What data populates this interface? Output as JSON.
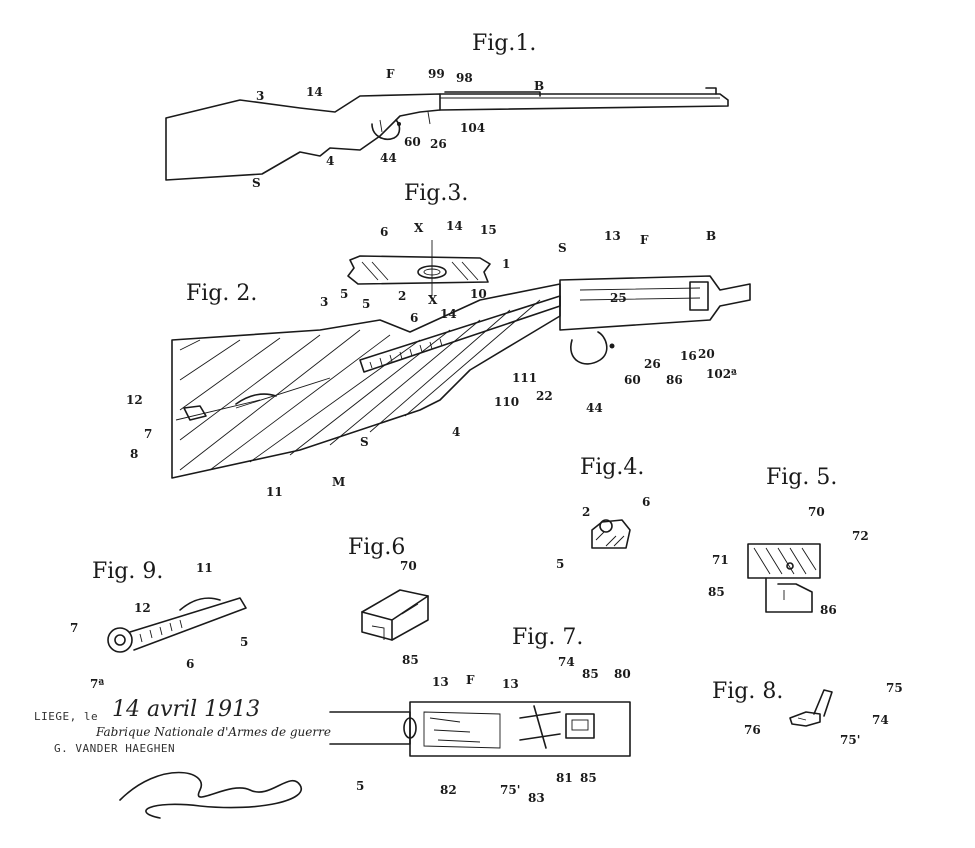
{
  "figures": {
    "fig1": {
      "title": "Fig.1.",
      "refs": {
        "r3": "3",
        "r14": "14",
        "rF": "F",
        "r99": "99",
        "r98": "98",
        "rB": "B",
        "rS": "S",
        "r4": "4",
        "r44": "44",
        "r60": "60",
        "r26": "26",
        "r104": "104"
      }
    },
    "fig2": {
      "title": "Fig. 2.",
      "refs": {
        "r3": "3",
        "r5": "5",
        "r6": "6",
        "r14": "14",
        "r10": "10",
        "r1": "1",
        "rS": "S",
        "r13": "13",
        "rF": "F",
        "rB": "B",
        "r25": "25",
        "r12": "12",
        "r7": "7",
        "r8": "8",
        "r11": "11",
        "rM": "M",
        "rS2": "S",
        "r4": "4",
        "r110": "110",
        "r111": "111",
        "r22": "22",
        "r44": "44",
        "r60": "60",
        "r26": "26",
        "r86": "86",
        "r16": "16",
        "r20": "20",
        "r102": "102ª"
      }
    },
    "fig3": {
      "title": "Fig.3.",
      "refs": {
        "r6": "6",
        "rX": "X",
        "r14": "14",
        "r15": "15",
        "r5": "5",
        "r2": "2",
        "rX2": "X"
      }
    },
    "fig4": {
      "title": "Fig.4.",
      "refs": {
        "r2": "2",
        "r6": "6",
        "r5": "5"
      }
    },
    "fig5": {
      "title": "Fig. 5.",
      "refs": {
        "r70": "70",
        "r72": "72",
        "r71": "71",
        "r85": "85",
        "r86": "86"
      }
    },
    "fig6": {
      "title": "Fig.6",
      "refs": {
        "r70": "70",
        "r85": "85"
      }
    },
    "fig7": {
      "title": "Fig. 7.",
      "refs": {
        "r13": "13",
        "rF": "F",
        "r13b": "13",
        "r74": "74",
        "r85": "85",
        "r80": "80",
        "r5": "5",
        "r82": "82",
        "r75": "75'",
        "r83": "83",
        "r81": "81",
        "r85b": "85"
      }
    },
    "fig8": {
      "title": "Fig. 8.",
      "refs": {
        "r75": "75",
        "r76": "76",
        "r74": "74",
        "r75p": "75'"
      }
    },
    "fig9": {
      "title": "Fig. 9.",
      "refs": {
        "r11": "11",
        "r12": "12",
        "r7": "7",
        "r5": "5",
        "r6": "6",
        "r7a": "7ª"
      }
    }
  },
  "stamp": {
    "place_line": "LIEGE, le",
    "date": "14 avril 1913",
    "company": "Fabrique Nationale d'Armes de guerre",
    "agent_line": "G. VANDER HAEGHEN"
  }
}
